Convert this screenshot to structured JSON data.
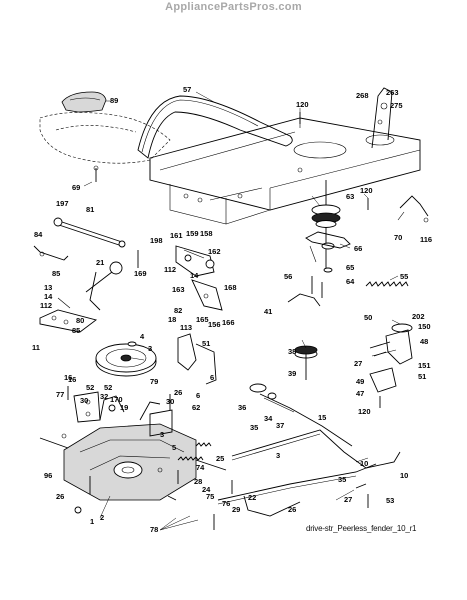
{
  "header": {
    "site": "AppliancePartsPros.com"
  },
  "caption": "drive-str_Peerless_fender_10_r1",
  "callouts": [
    "89",
    "57",
    "120",
    "268",
    "263",
    "275",
    "69",
    "63",
    "120",
    "70",
    "116",
    "197",
    "81",
    "198",
    "161",
    "159",
    "158",
    "162",
    "169",
    "66",
    "84",
    "85",
    "21",
    "112",
    "14",
    "65",
    "56",
    "64",
    "55",
    "13",
    "14",
    "112",
    "85",
    "80",
    "163",
    "82",
    "165",
    "168",
    "166",
    "156",
    "4",
    "3",
    "18",
    "113",
    "51",
    "6",
    "41",
    "11",
    "202",
    "50",
    "150",
    "48",
    "79",
    "38",
    "39",
    "27",
    "151",
    "51",
    "49",
    "47",
    "120",
    "16",
    "77",
    "52",
    "30",
    "52",
    "32",
    "170",
    "19",
    "3",
    "26",
    "5",
    "30",
    "6",
    "62",
    "36",
    "35",
    "34",
    "37",
    "15",
    "96",
    "26",
    "1",
    "2",
    "28",
    "3",
    "24",
    "25",
    "74",
    "75",
    "78",
    "76",
    "29",
    "22",
    "26",
    "35",
    "10",
    "27",
    "53",
    "10",
    "16"
  ]
}
